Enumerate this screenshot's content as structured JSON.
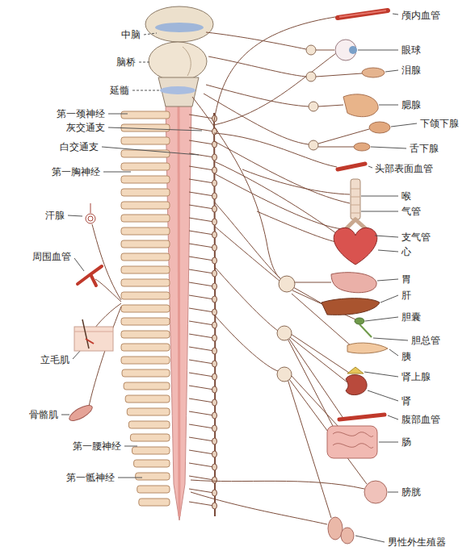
{
  "diagram": {
    "labels": [
      "中脑",
      "脑桥",
      "延髓",
      "第一颈神经",
      "灰交通支",
      "白交通支",
      "第一胸神经",
      "汗腺",
      "周围血管",
      "立毛肌",
      "骨骼肌",
      "第一腰神经",
      "第一骶神经",
      "颅内血管",
      "眼球",
      "泪腺",
      "腮腺",
      "下颌下腺",
      "舌下腺",
      "头部表面血管",
      "喉",
      "气管",
      "支气管",
      "心",
      "胃",
      "肝",
      "胆囊",
      "胆总管",
      "胰",
      "肾上腺",
      "肾",
      "腹部血管",
      "肠",
      "膀胱",
      "男性外生殖器"
    ]
  }
}
